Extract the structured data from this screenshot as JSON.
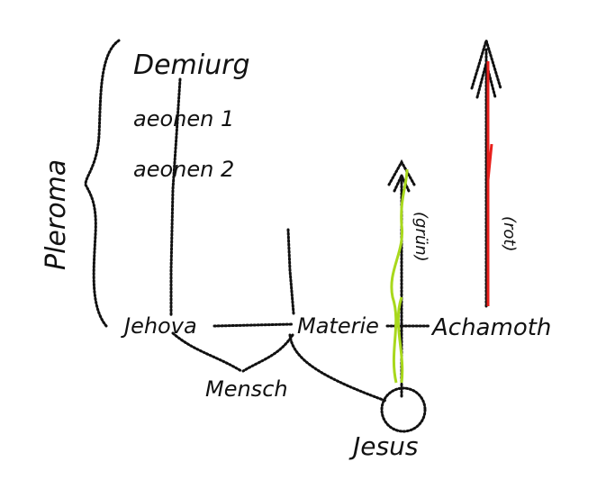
{
  "labels": {
    "demiurg": "Demiurg",
    "aeonen1": "aeonen 1",
    "aeonen2": "aeonen 2",
    "pleroma": "Pleroma",
    "jehova": "Jehova",
    "materie": "Materie",
    "achamoth": "Achamoth",
    "mensch": "Mensch",
    "jesus": "Jesus",
    "gruen": "(grün)",
    "rot": "(rot)"
  },
  "colors": {
    "green_arrow": "#a8d81c",
    "red_arrow": "#e8201c",
    "ink": "#111111"
  }
}
